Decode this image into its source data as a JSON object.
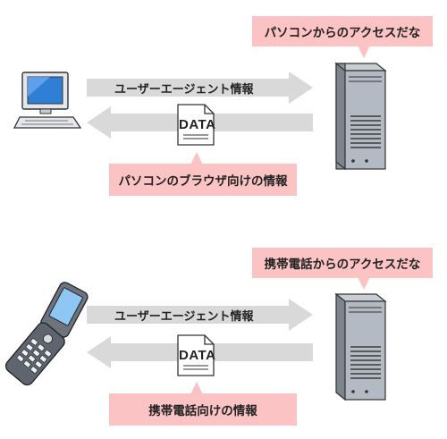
{
  "scenario_pc": {
    "server_bubble": "パソコンからのアクセスだな",
    "request_label": "ユーザーエージェント情報",
    "data_label": "DATA",
    "response_label": "パソコンのブラウザ向けの情報"
  },
  "scenario_mobile": {
    "server_bubble": "携帯電話からのアクセスだな",
    "request_label": "ユーザーエージェント情報",
    "data_label": "DATA",
    "response_label": "携帯電話向けの情報"
  },
  "colors": {
    "arrow": "#d9d9d9",
    "callout": "#fbc3c3",
    "server": "#9aa2ad",
    "device_screen": "#2f7fd6"
  },
  "icons": [
    "desktop-pc-icon",
    "server-icon",
    "document-icon",
    "flip-phone-icon"
  ]
}
